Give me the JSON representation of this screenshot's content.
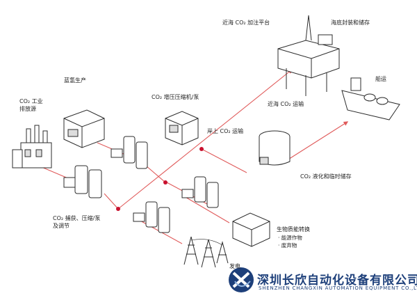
{
  "labels": {
    "industrial_source": "CO₂ 工业\n排放源",
    "blue_hydrogen": "蓝氢生产",
    "capture": "CO₂ 捕获、压缩/泵\n及调节",
    "booster": "CO₂ 增压压缩机/泵",
    "onshore_transport": "岸上 CO₂ 运输",
    "offshore_platform": "近海 CO₂ 加注平台",
    "seabed_storage": "海底封装和储存",
    "offshore_transport": "近海 CO₂ 运输",
    "shipping": "船运",
    "liquefaction": "CO₂ 液化和临时储存",
    "bio_title": "生物质能转换",
    "bio_item_1": "· 能源作物",
    "bio_item_2": "· 废弃物",
    "power": "发电"
  },
  "logo": {
    "company_cn": "深圳长欣自动化设备有限公司",
    "company_en": "SHENZHEN CHANGXIN AUTOMATION EQUIPMENT CO.,LTD"
  },
  "colors": {
    "flow_line": "#e05a5a",
    "node_dot": "#c8102e",
    "outline": "#2b2b2b",
    "logo_blue": "#1d3f7a"
  }
}
